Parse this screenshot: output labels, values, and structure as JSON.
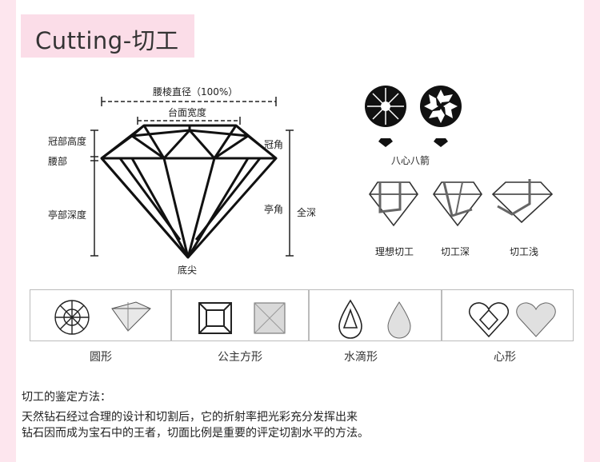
{
  "title": "Cutting-切工",
  "diagram": {
    "girdle_diameter": "腰棱直径（100%）",
    "table_width": "台面宽度",
    "crown_height": "冠部高度",
    "girdle": "腰部",
    "pavilion_depth": "亭部深度",
    "culet": "底尖",
    "crown_angle": "冠角",
    "pavilion_angle": "亭角",
    "total_depth": "全深"
  },
  "hearts_arrows": {
    "label": "八心八箭"
  },
  "cut_depth": [
    {
      "label": "理想切工"
    },
    {
      "label": "切工深"
    },
    {
      "label": "切工浅"
    }
  ],
  "shapes": [
    {
      "label": "圆形"
    },
    {
      "label": "公主方形"
    },
    {
      "label": "水滴形"
    },
    {
      "label": "心形"
    }
  ],
  "footer": {
    "heading": "切工的鉴定方法：",
    "line1": "天然钻石经过合理的设计和切割后，它的折射率把光彩充分发挥出来",
    "line2": "钻石因而成为宝石中的王者，切面比例是重要的评定切割水平的方法。"
  }
}
